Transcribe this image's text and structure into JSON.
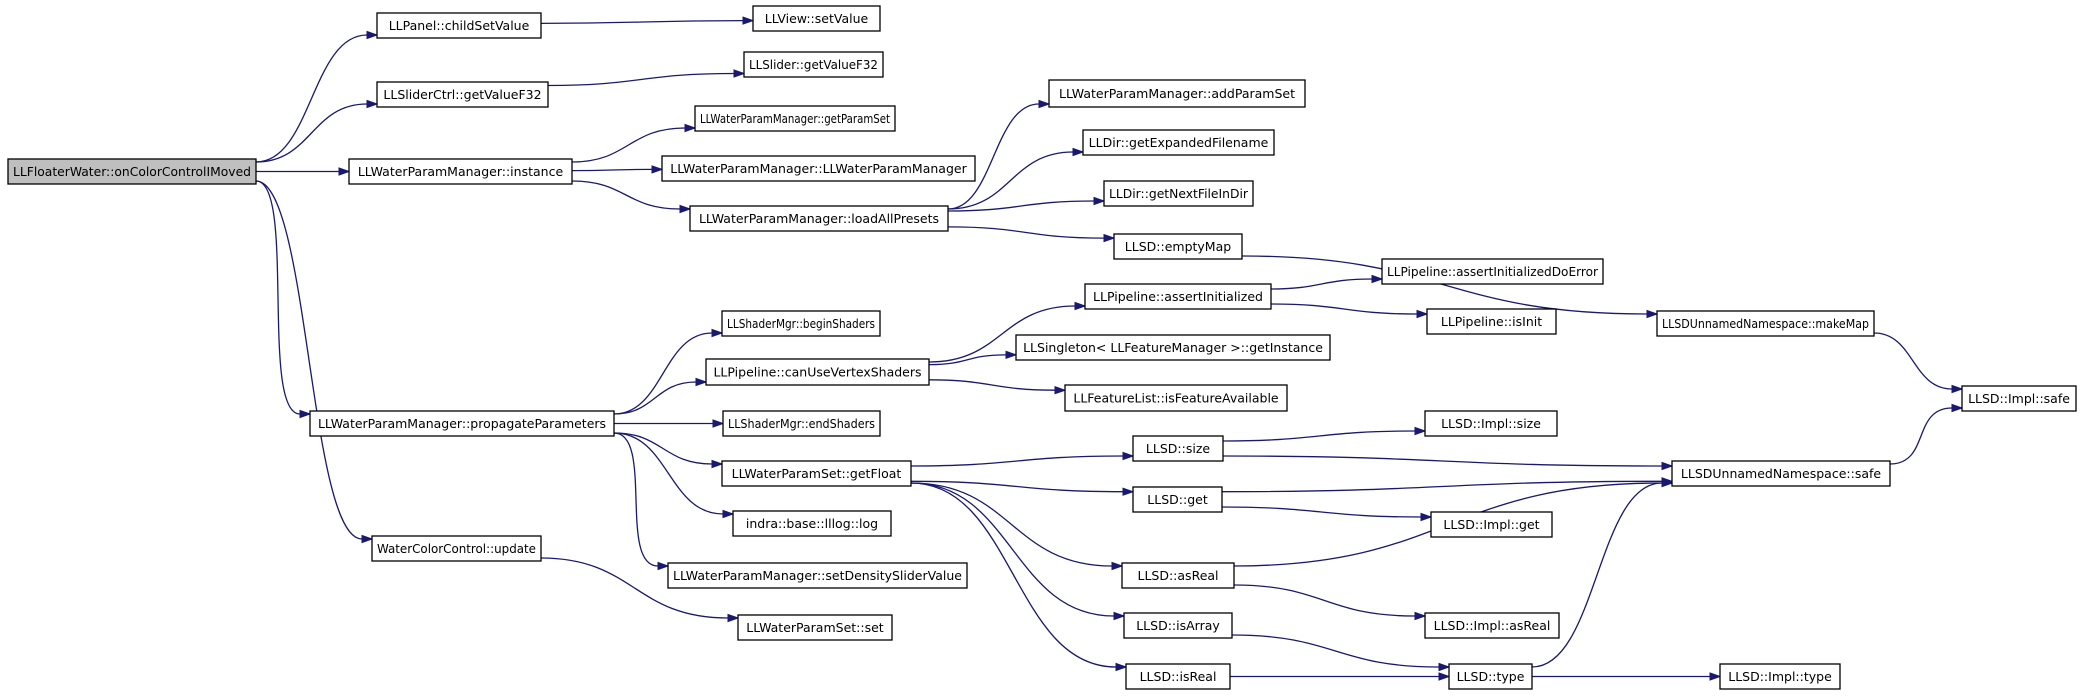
{
  "graph": {
    "title": "",
    "colors": {
      "edge": "#191970",
      "root_fill": "#bfbfbf",
      "node_fill": "#ffffff",
      "border": "#000000"
    },
    "nodes": [
      {
        "id": "n0",
        "label": "LLFloaterWater::onColorControlIMoved",
        "root": true
      },
      {
        "id": "n1",
        "label": "LLPanel::childSetValue"
      },
      {
        "id": "n2",
        "label": "LLView::setValue"
      },
      {
        "id": "n3",
        "label": "LLSliderCtrl::getValueF32"
      },
      {
        "id": "n4",
        "label": "LLSlider::getValueF32"
      },
      {
        "id": "n5",
        "label": "LLWaterParamManager::instance"
      },
      {
        "id": "n6",
        "label": "LLWaterParamManager::getParamSet"
      },
      {
        "id": "n7",
        "label": "LLWaterParamManager::LLWaterParamManager"
      },
      {
        "id": "n8",
        "label": "LLWaterParamManager::loadAllPresets"
      },
      {
        "id": "n9",
        "label": "LLWaterParamManager::addParamSet"
      },
      {
        "id": "n10",
        "label": "LLDir::getExpandedFilename"
      },
      {
        "id": "n11",
        "label": "LLDir::getNextFileInDir"
      },
      {
        "id": "n12",
        "label": "LLSD::emptyMap"
      },
      {
        "id": "n13",
        "label": "LLSDUnnamedNamespace::makeMap"
      },
      {
        "id": "n14",
        "label": "LLSD::Impl::safe"
      },
      {
        "id": "n15",
        "label": "LLPipeline::assertInitialized"
      },
      {
        "id": "n16",
        "label": "LLPipeline::assertInitializedDoError"
      },
      {
        "id": "n17",
        "label": "LLPipeline::isInit"
      },
      {
        "id": "n18",
        "label": "LLShaderMgr::beginShaders"
      },
      {
        "id": "n19",
        "label": "LLPipeline::canUseVertexShaders"
      },
      {
        "id": "n20",
        "label": "LLSingleton< LLFeatureManager >::getInstance"
      },
      {
        "id": "n21",
        "label": "LLFeatureList::isFeatureAvailable"
      },
      {
        "id": "n22",
        "label": "LLWaterParamManager::propagateParameters"
      },
      {
        "id": "n23",
        "label": "LLShaderMgr::endShaders"
      },
      {
        "id": "n24",
        "label": "LLWaterParamSet::getFloat"
      },
      {
        "id": "n25",
        "label": "LLSD::size"
      },
      {
        "id": "n26",
        "label": "LLSD::Impl::size"
      },
      {
        "id": "n27",
        "label": "LLSDUnnamedNamespace::safe"
      },
      {
        "id": "n28",
        "label": "LLSD::get"
      },
      {
        "id": "n29",
        "label": "LLSD::Impl::get"
      },
      {
        "id": "n30",
        "label": "indra::base::lllog::log"
      },
      {
        "id": "n31",
        "label": "LLSD::asReal"
      },
      {
        "id": "n32",
        "label": "LLSD::Impl::asReal"
      },
      {
        "id": "n33",
        "label": "LLWaterParamManager::setDensitySliderValue"
      },
      {
        "id": "n34",
        "label": "WaterColorControl::update"
      },
      {
        "id": "n35",
        "label": "LLWaterParamSet::set"
      },
      {
        "id": "n36",
        "label": "LLSD::isArray"
      },
      {
        "id": "n37",
        "label": "LLSD::type"
      },
      {
        "id": "n38",
        "label": "LLSD::Impl::type"
      },
      {
        "id": "n39",
        "label": "LLSD::isReal"
      }
    ],
    "edges": [
      [
        "n0",
        "n1"
      ],
      [
        "n0",
        "n3"
      ],
      [
        "n0",
        "n5"
      ],
      [
        "n0",
        "n22"
      ],
      [
        "n0",
        "n34"
      ],
      [
        "n1",
        "n2"
      ],
      [
        "n3",
        "n4"
      ],
      [
        "n5",
        "n6"
      ],
      [
        "n5",
        "n7"
      ],
      [
        "n5",
        "n8"
      ],
      [
        "n8",
        "n9"
      ],
      [
        "n8",
        "n10"
      ],
      [
        "n8",
        "n11"
      ],
      [
        "n8",
        "n12"
      ],
      [
        "n12",
        "n13"
      ],
      [
        "n13",
        "n14"
      ],
      [
        "n22",
        "n18"
      ],
      [
        "n22",
        "n19"
      ],
      [
        "n22",
        "n23"
      ],
      [
        "n22",
        "n24"
      ],
      [
        "n22",
        "n30"
      ],
      [
        "n22",
        "n33"
      ],
      [
        "n19",
        "n15"
      ],
      [
        "n19",
        "n20"
      ],
      [
        "n19",
        "n21"
      ],
      [
        "n15",
        "n16"
      ],
      [
        "n15",
        "n17"
      ],
      [
        "n24",
        "n25"
      ],
      [
        "n24",
        "n28"
      ],
      [
        "n24",
        "n31"
      ],
      [
        "n24",
        "n36"
      ],
      [
        "n24",
        "n39"
      ],
      [
        "n25",
        "n26"
      ],
      [
        "n25",
        "n27"
      ],
      [
        "n28",
        "n27"
      ],
      [
        "n28",
        "n29"
      ],
      [
        "n31",
        "n27"
      ],
      [
        "n31",
        "n32"
      ],
      [
        "n36",
        "n37"
      ],
      [
        "n39",
        "n37"
      ],
      [
        "n37",
        "n27"
      ],
      [
        "n37",
        "n38"
      ],
      [
        "n27",
        "n14"
      ],
      [
        "n34",
        "n35"
      ]
    ]
  }
}
